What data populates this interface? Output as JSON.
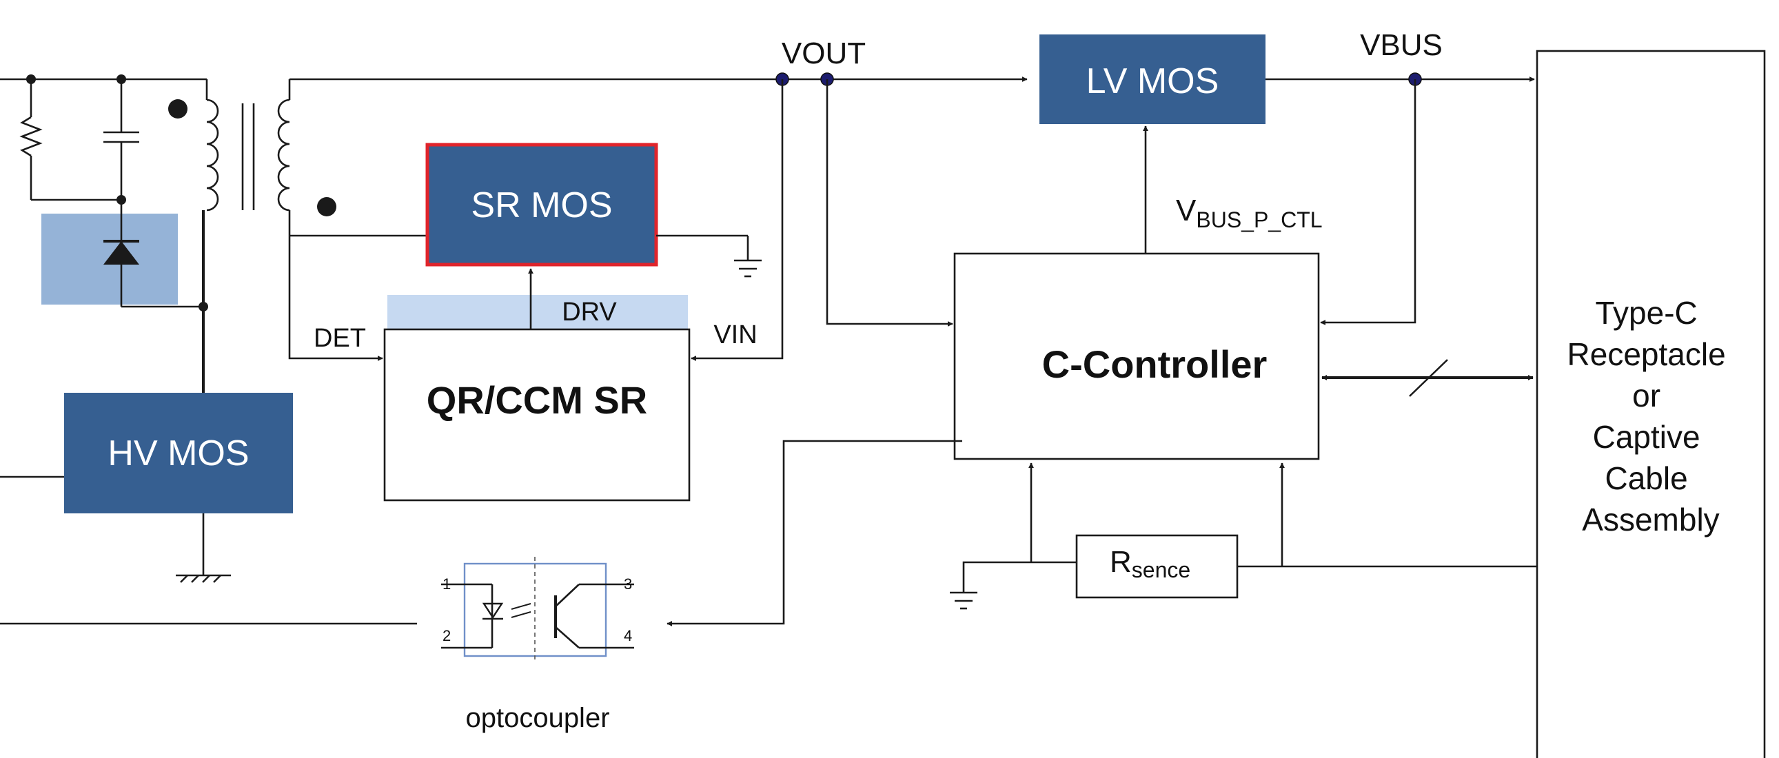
{
  "labels": {
    "vout": "VOUT",
    "vbus": "VBUS",
    "vbus_p_ctl_main": "V",
    "vbus_p_ctl_sub": "BUS_P_CTL",
    "det": "DET",
    "drv": "DRV",
    "vin": "VIN",
    "rsence_main": "R",
    "rsence_sub": "sence",
    "optocoupler": "optocoupler",
    "pin1": "1",
    "pin2": "2",
    "pin3": "3",
    "pin4": "4"
  },
  "blocks": {
    "lv_mos": "LV MOS",
    "sr_mos": "SR MOS",
    "hv_mos": "HV MOS",
    "qr_ccm_sr": "QR/CCM SR",
    "c_controller": "C-Controller"
  },
  "typec": {
    "line1": "Type-C",
    "line2": "Receptacle",
    "line3": "or",
    "line4": "Captive",
    "line5": "Cable",
    "line6": "Assembly"
  },
  "colors": {
    "block": "#365f91",
    "highlight": "#95b3d7",
    "drv_band": "#c6d9f1",
    "sr_border": "#e0242b"
  }
}
